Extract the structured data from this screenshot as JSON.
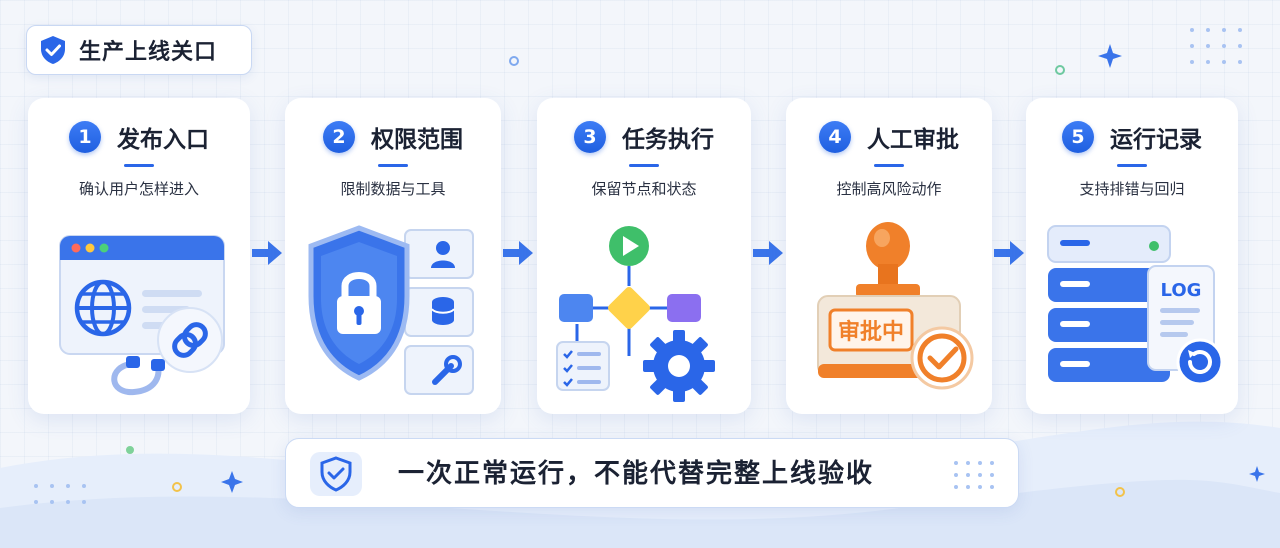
{
  "header": {
    "title": "生产上线关口"
  },
  "steps": [
    {
      "num": "1",
      "title": "发布入口",
      "subtitle": "确认用户怎样进入"
    },
    {
      "num": "2",
      "title": "权限范围",
      "subtitle": "限制数据与工具"
    },
    {
      "num": "3",
      "title": "任务执行",
      "subtitle": "保留节点和状态"
    },
    {
      "num": "4",
      "title": "人工审批",
      "subtitle": "控制高风险动作"
    },
    {
      "num": "5",
      "title": "运行记录",
      "subtitle": "支持排错与回归"
    }
  ],
  "illustrations": {
    "stamp_text": "审批中",
    "log_text": "LOG"
  },
  "footer": {
    "note": "一次正常运行，不能代替完整上线验收"
  },
  "colors": {
    "accent": "#2a66e8",
    "stamp": "#f0802a",
    "node_green": "#3fbf6a",
    "node_yellow": "#ffd24a",
    "node_purple": "#8b6ff0"
  }
}
